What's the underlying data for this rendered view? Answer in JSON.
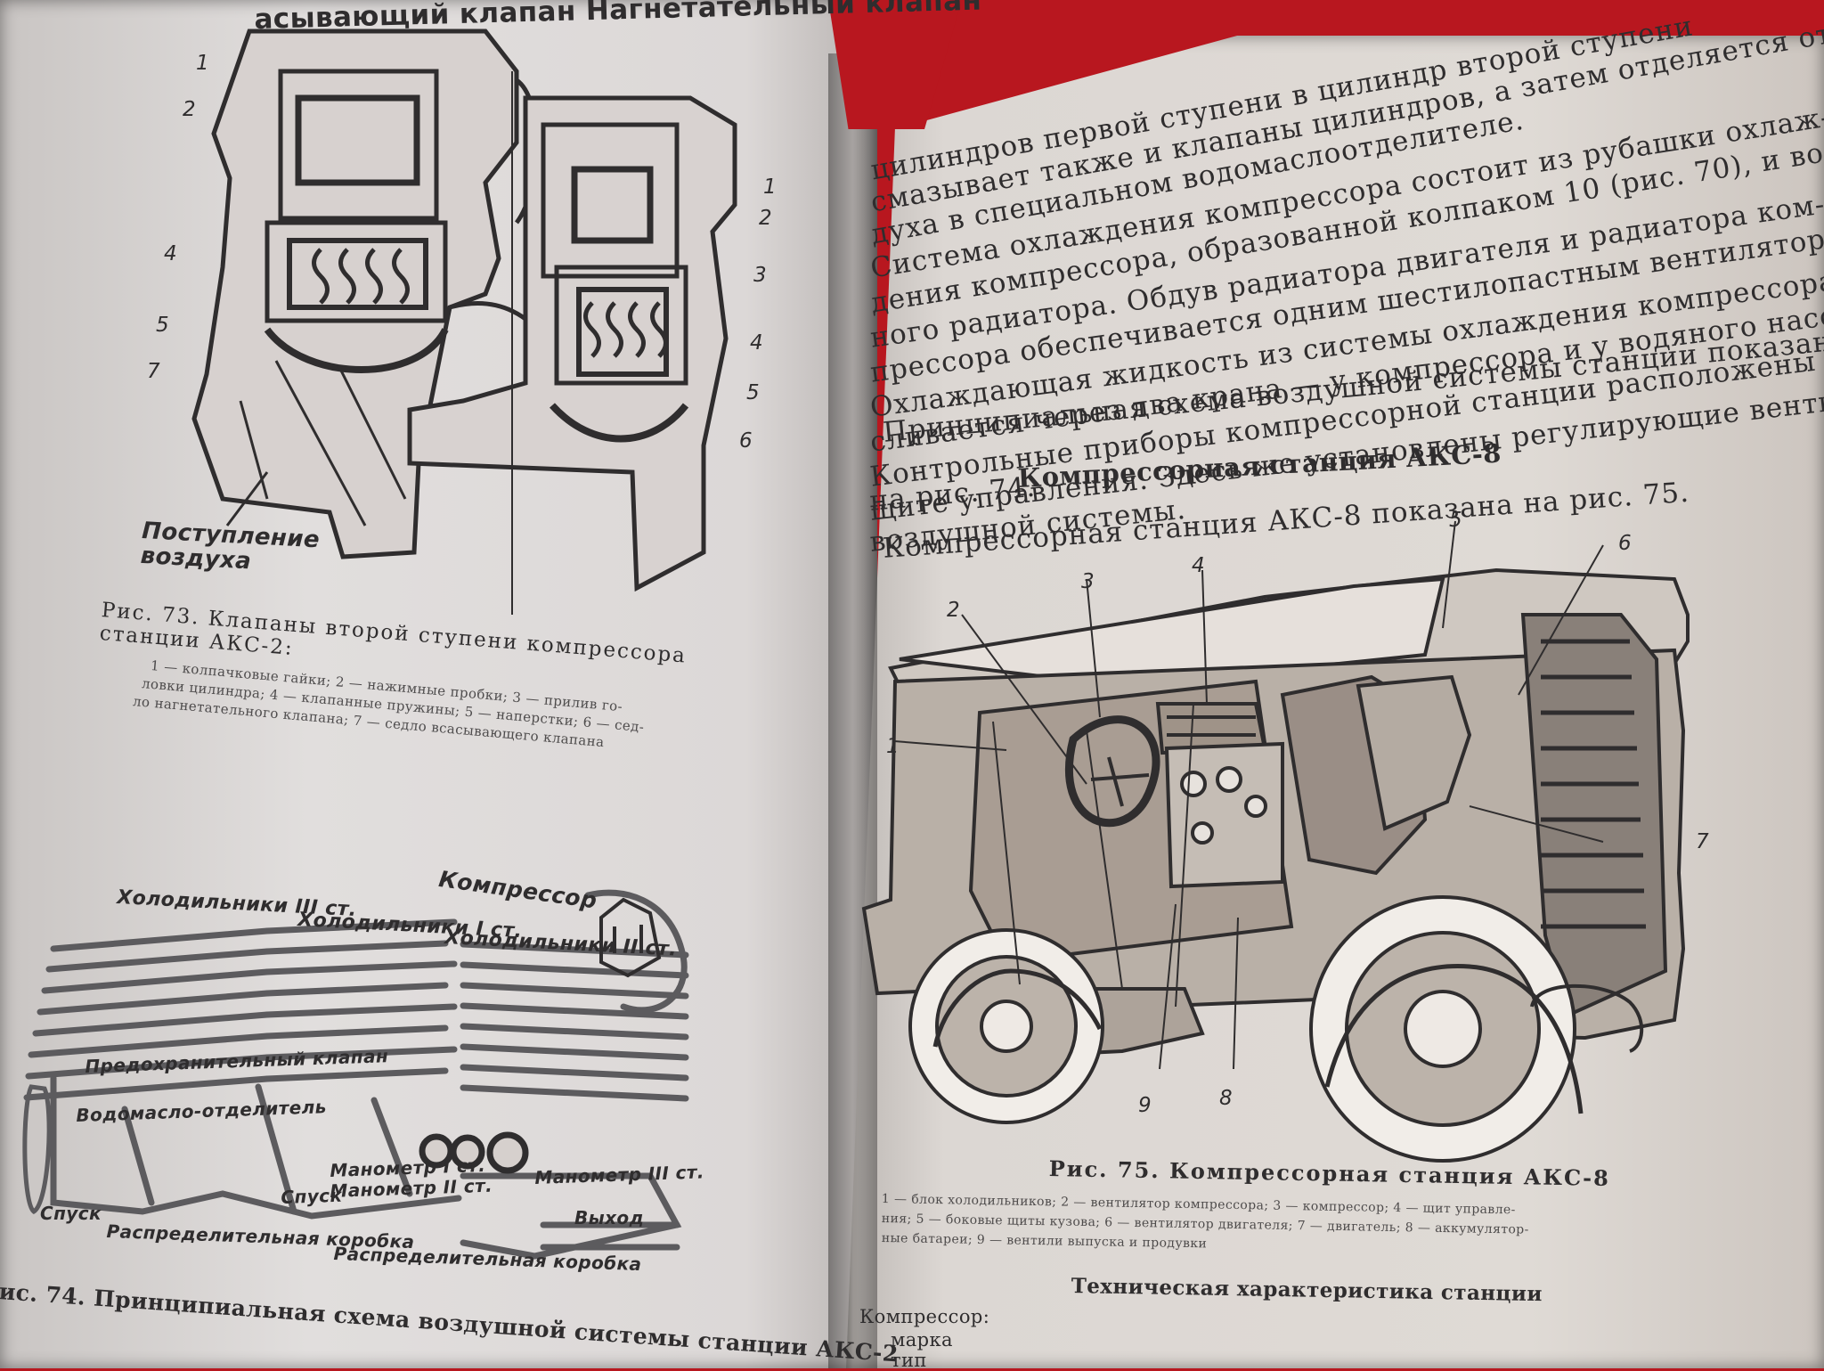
{
  "scene": {
    "background": "#b8171f",
    "paper_left": "#dedad8",
    "paper_right": "#dcd7d3",
    "ink": "#2f2d2e"
  },
  "left_page": {
    "header": "асывающий клапан  Нагнетательный клапан",
    "callouts_fig73": [
      "1",
      "2",
      "4",
      "5",
      "7",
      "1",
      "2",
      "3",
      "4",
      "5",
      "6"
    ],
    "airflow_label": "Поступление воздуха",
    "fig73_caption": "Рис. 73. Клапаны второй ступени компрессора станции АКС-2:",
    "fig73_legend": [
      "1 — колпачковые гайки; 2 — нажимные пробки; 3 — прилив го-",
      "ловки цилиндра; 4 — клапанные пружины; 5 — наперстки; 6 — сед-",
      "ло нагнетательного клапана; 7 — седло всасывающего клапана"
    ],
    "fig74_labels": [
      "Компрессор",
      "Холодильники III ст.",
      "Холодильники I ст.",
      "Холодильники II ст.",
      "Предохранительный клапан",
      "Водомасло-отделитель",
      "Спуск",
      "Манометр I ст.",
      "Манометр II ст.",
      "Манометр III ст.",
      "Распределительная коробка",
      "Распределительная коробка",
      "Спуск",
      "Выход"
    ],
    "fig74_caption": "ис. 74. Принципиальная схема воздушной системы станции АКС-2"
  },
  "right_page": {
    "paragraph_lines": [
      "цилиндров первой ступени в цилиндр второй ступени",
      "смазывает также и клапаны цилиндров, а затем отделяется от воз",
      "духа в специальном водомаслоотделителе.",
      "Система охлаждения компрессора состоит из рубашки охлаж-",
      "дения компрессора, образованной колпаком 10 (рис. 70), и водя-",
      "ного радиатора. Обдув радиатора двигателя и радиатора ком-",
      "прессора обеспечивается одним шестилопастным вентилятором.",
      "Охлаждающая жидкость из системы охлаждения компрессора",
      "сливается через два крана — у компрессора и у водяного насоса.",
      "Контрольные приборы компрессорной станции расположены на",
      "щите управления. Здесь же установлены регулирующие вентили",
      "воздушной системы.",
      "Принципиальная схема воздушной системы станции показана",
      "на рис. 74."
    ],
    "section_heading": "Компрессорная станция АКС-8",
    "section_intro": "Компрессорная станция АКС-8 показана на рис. 75.",
    "callouts_fig75": [
      "1",
      "2",
      "3",
      "4",
      "5",
      "6",
      "7",
      "8",
      "9"
    ],
    "fig75_caption": "Рис. 75. Компрессорная станция АКС-8",
    "fig75_legend": [
      "1 — блок холодильников; 2 — вентилятор компрессора; 3 — компрессор; 4 — щит управле-",
      "ния; 5 — боковые щиты кузова; 6 — вентилятор двигателя; 7 — двигатель; 8 — аккумулятор-",
      "ные батареи; 9 — вентили выпуска и продувки"
    ],
    "spec_heading": "Техническая характеристика станции",
    "spec_rows": [
      "Компрессор:",
      "марка",
      "тип"
    ]
  }
}
